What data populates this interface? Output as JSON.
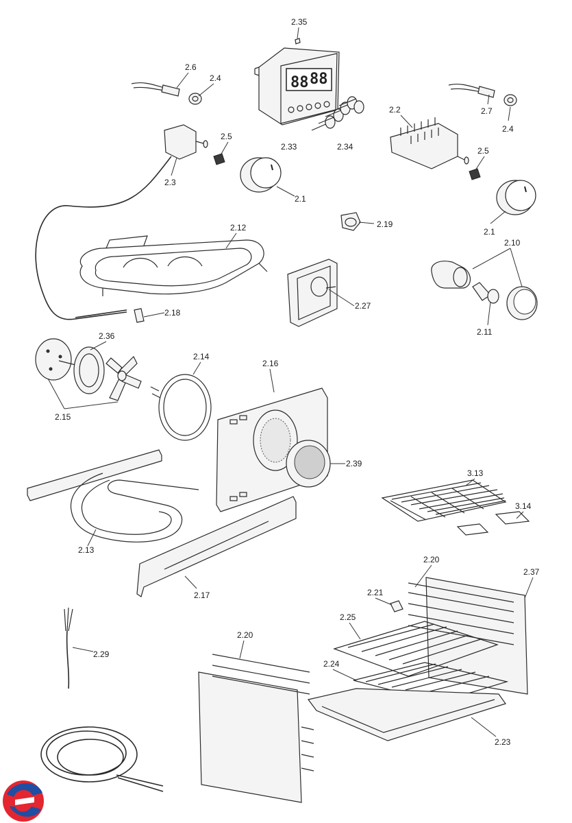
{
  "labels": {
    "l2_35": "2.35",
    "l2_6": "2.6",
    "l2_4a": "2.4",
    "l2_33": "2.33",
    "l2_34": "2.34",
    "l2_7": "2.7",
    "l2_4b": "2.4",
    "l2_2": "2.2",
    "l2_5a": "2.5",
    "l2_5b": "2.5",
    "l2_3": "2.3",
    "l2_1a": "2.1",
    "l2_1b": "2.1",
    "l2_19": "2.19",
    "l2_12": "2.12",
    "l2_10": "2.10",
    "l2_27": "2.27",
    "l2_11": "2.11",
    "l2_18": "2.18",
    "l2_36": "2.36",
    "l2_14": "2.14",
    "l2_16": "2.16",
    "l2_15": "2.15",
    "l2_39": "2.39",
    "l3_13": "3.13",
    "l3_14": "3.14",
    "l2_13": "2.13",
    "l2_17": "2.17",
    "l2_20a": "2.20",
    "l2_37": "2.37",
    "l2_21": "2.21",
    "l2_25": "2.25",
    "l2_20b": "2.20",
    "l2_29": "2.29",
    "l2_24": "2.24",
    "l2_23": "2.23"
  },
  "timer_display": {
    "left": "88",
    "right": "88"
  },
  "colors": {
    "logo_red": "#e32630",
    "logo_blue": "#1f4ea3",
    "line": "#2a2a2a"
  }
}
